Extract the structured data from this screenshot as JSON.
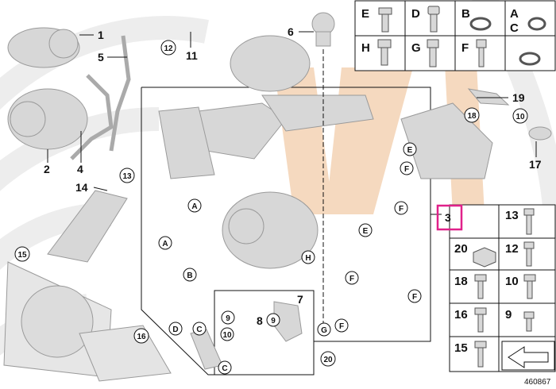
{
  "labels": {
    "p1": "1",
    "p2": "2",
    "p4": "4",
    "p5": "5",
    "p6": "6",
    "p7": "7",
    "p8": "8",
    "p11": "11",
    "p14": "14",
    "p17": "17",
    "p19": "19",
    "p3": "3"
  },
  "circles": {
    "c12": "12",
    "c13": "13",
    "c15": "15",
    "c16": "16",
    "c18": "18",
    "c10a": "10",
    "c20": "20",
    "c9a": "9",
    "c9b": "9",
    "c10b": "10",
    "A1": "A",
    "A2": "A",
    "B": "B",
    "C1": "C",
    "C2": "C",
    "D": "D",
    "E1": "E",
    "E2": "E",
    "F1": "F",
    "F2": "F",
    "F3": "F",
    "F4": "F",
    "F5": "F",
    "G": "G",
    "H": "H"
  },
  "legend_top": {
    "E": "E",
    "D": "D",
    "B": "B",
    "A": "A",
    "C": "C",
    "H": "H",
    "G": "G",
    "F": "F"
  },
  "legend_right": {
    "n13": "13",
    "n20": "20",
    "n12": "12",
    "n18": "18",
    "n10": "10",
    "n16": "16",
    "n9": "9",
    "n15": "15"
  },
  "reference": "460867",
  "colors": {
    "highlight": "#e0218a",
    "accent": "#f5d9bf",
    "line": "#111111"
  }
}
